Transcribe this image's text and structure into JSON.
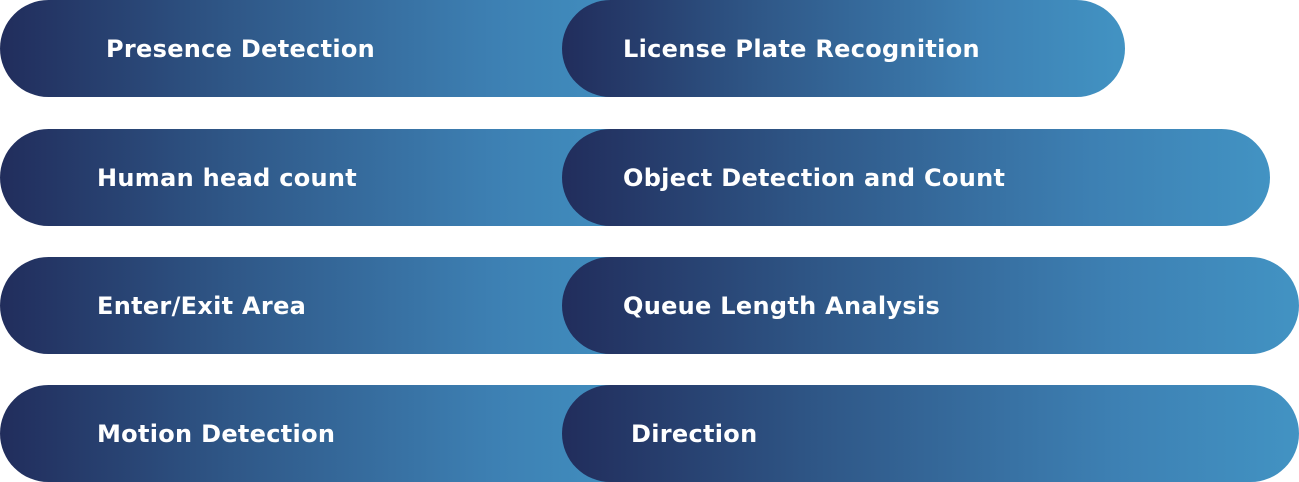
{
  "colors": {
    "gradient_start": "#212d5c",
    "gradient_end": "#4293c3",
    "text": "#ffffff"
  },
  "features": {
    "left": [
      "Presence Detection",
      "Human head count",
      "Enter/Exit Area",
      "Motion Detection"
    ],
    "right": [
      "License Plate Recognition",
      "Object Detection and Count",
      "Queue Length Analysis",
      "Direction"
    ]
  }
}
